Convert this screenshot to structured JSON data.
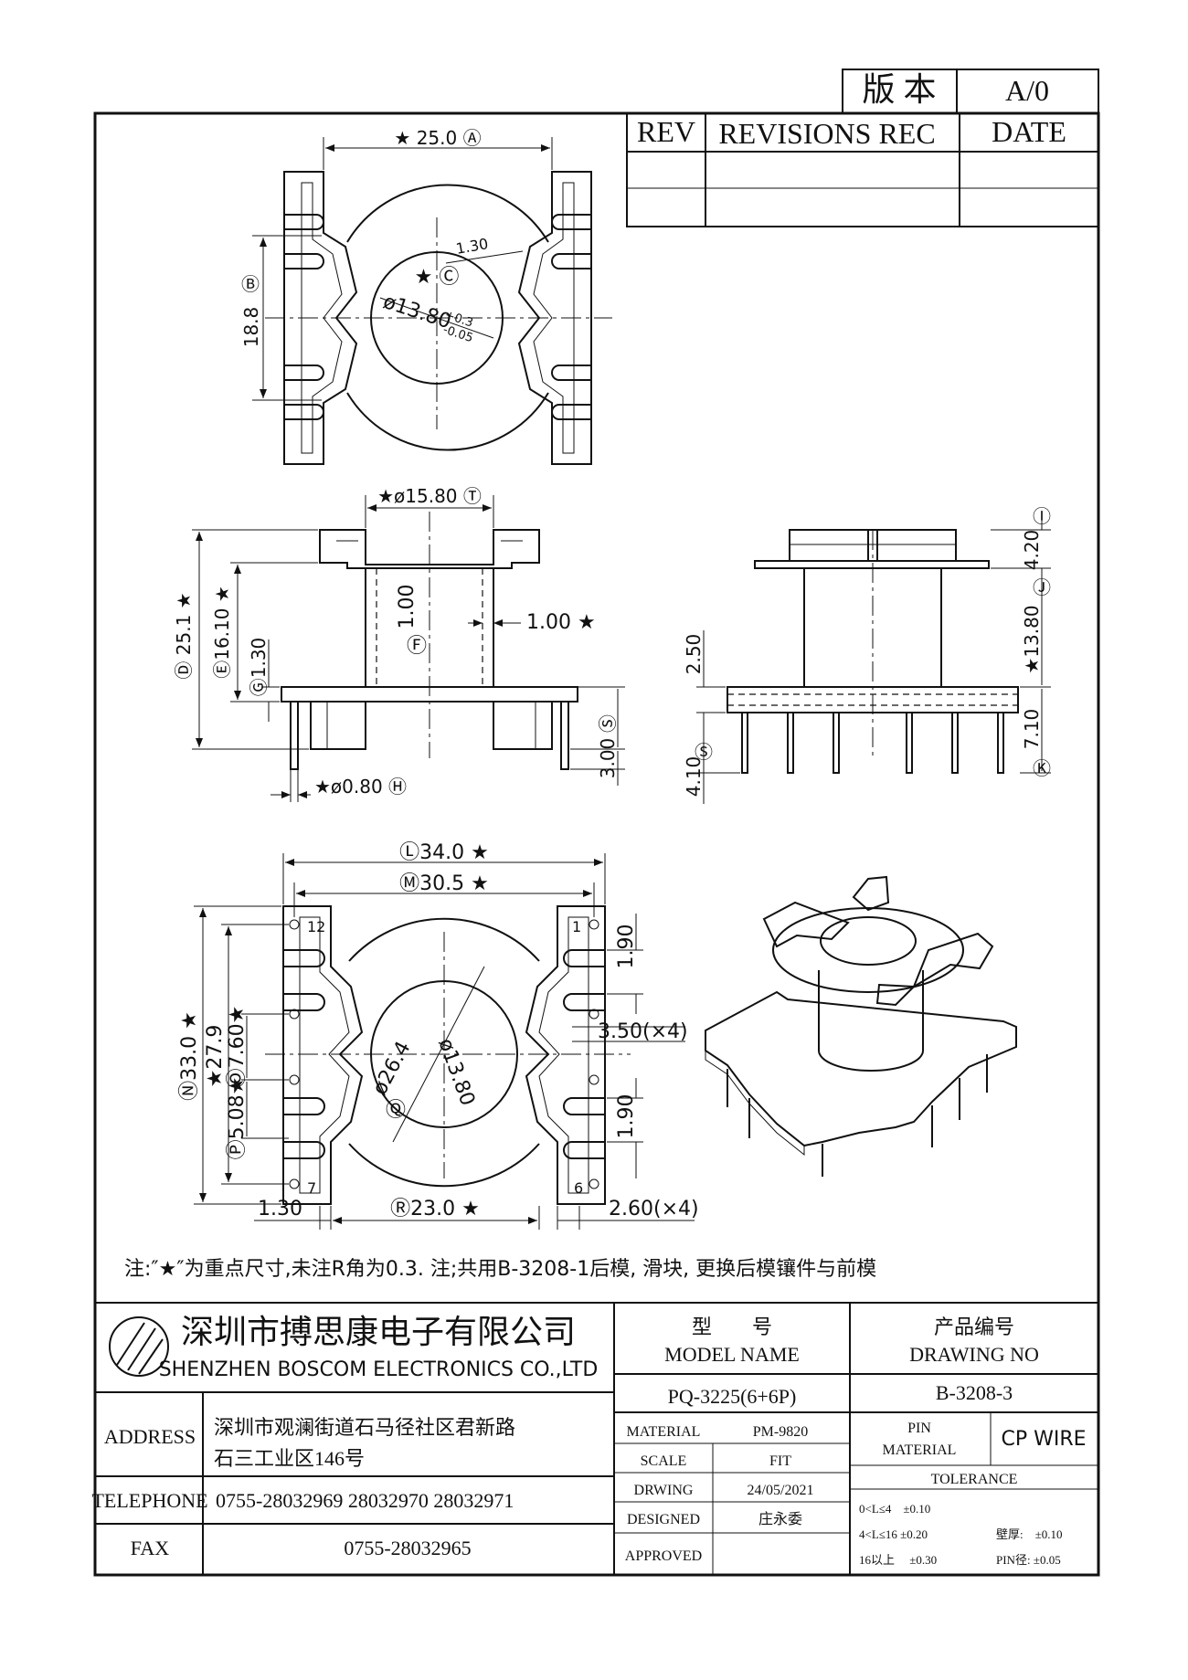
{
  "revision_box": {
    "version_label": "版 本",
    "version_value": "A/0"
  },
  "revision_table": {
    "rev": "REV",
    "revisions": "REVISIONS REC",
    "date": "DATE"
  },
  "top_view": {
    "dim_width": "★ 25.0 Ⓐ",
    "dim_height": "18.8",
    "dim_height_marker": "Ⓑ",
    "dim_wall": "1.30",
    "center_marker": "★ Ⓒ",
    "dim_bore": "ø13.80",
    "tol_upper": "+0.3",
    "tol_lower": "-0.05"
  },
  "front_view": {
    "dim_flange": "★ø15.80 Ⓣ",
    "dim_total": "Ⓓ 25.1 ★",
    "dim_winding": "Ⓔ16.10 ★",
    "dim_flange_thk": "Ⓖ1.30",
    "dim_inner": "1.00",
    "center_marker": "Ⓕ",
    "dim_wall": "1.00 ★",
    "dim_pin": "★ø0.80 Ⓗ",
    "dim_pin_len": "3.00",
    "pin_marker": "Ⓢ"
  },
  "side_view": {
    "dim_top": "4.20",
    "top_marker": "Ⓘ",
    "dim_body": "★13.80",
    "body_marker": "Ⓙ",
    "dim_step": "2.50",
    "dim_base": "7.10",
    "base_marker": "Ⓚ",
    "dim_pin": "4.10",
    "pin_marker": "Ⓢ"
  },
  "bottom_view": {
    "dim_overall": "Ⓛ34.0 ★",
    "dim_pitch_outer": "Ⓜ30.5 ★",
    "dim_height": "Ⓝ33.0 ★",
    "dim_inner_h": "★27.9",
    "dim_slot": "Ⓞ7.60★",
    "dim_pin_pitch": "Ⓟ5.08★",
    "dim_gap_top": "1.90",
    "dim_gap_bot": "1.90",
    "dim_slot_w": "3.50(×4)",
    "dim_bore": "ø13.80",
    "dim_outer": "ø26.4",
    "outer_marker": "Ⓠ",
    "dim_left": "1.30",
    "dim_mid": "Ⓡ23.0 ★",
    "dim_pin_w": "2.60(×4)",
    "pin_labels": [
      "1",
      "6",
      "7",
      "12"
    ]
  },
  "note": "注:″★″为重点尺寸,未注R角为0.3. 注;共用B-3208-1后模, 滑块, 更换后模镶件与前模",
  "title_block": {
    "company_cn": "深圳市搏思康电子有限公司",
    "company_en": "SHENZHEN BOSCOM ELECTRONICS CO.,LTD",
    "model_cn": "型　　号",
    "model_en": "MODEL NAME",
    "model_value": "PQ-3225(6+6P)",
    "drawing_cn": "产品编号",
    "drawing_en": "DRAWING NO",
    "drawing_value": "B-3208-3",
    "address_label": "ADDRESS",
    "address_line1": "深圳市观澜街道石马径社区君新路",
    "address_line2": "石三工业区146号",
    "material_label": "MATERIAL",
    "material_value": "PM-9820",
    "pin_label": "PIN",
    "pin_material_label": "MATERIAL",
    "pin_material_value": "CP WIRE",
    "scale_label": "SCALE",
    "scale_value": "FIT",
    "tolerance_label": "TOLERANCE",
    "telephone_label": "TELEPHONE",
    "telephone_value": "0755-28032969 28032970 28032971",
    "drawing_label": "DRWING",
    "drawing_date": "24/05/2021",
    "designed_label": "DESIGNED",
    "designed_value": "庄永委",
    "fax_label": "FAX",
    "fax_value": "0755-28032965",
    "approved_label": "APPROVED",
    "tol_row1": "0<L≤4　±0.10",
    "tol_row2": "4<L≤16 ±0.20",
    "tol_row2b": "壁厚:　±0.10",
    "tol_row3": "16以上　 ±0.30",
    "tol_row3b": "PIN径: ±0.05"
  }
}
